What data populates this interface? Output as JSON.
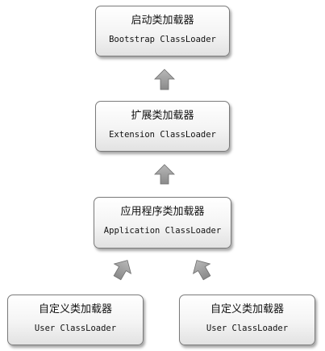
{
  "diagram": {
    "bootstrap": {
      "title_cn": "启动类加载器",
      "title_en": "Bootstrap ClassLoader"
    },
    "extension": {
      "title_cn": "扩展类加载器",
      "title_en": "Extension ClassLoader"
    },
    "application": {
      "title_cn": "应用程序类加载器",
      "title_en": "Application ClassLoader"
    },
    "user_left": {
      "title_cn": "自定义类加载器",
      "title_en": "User ClassLoader"
    },
    "user_right": {
      "title_cn": "自定义类加载器",
      "title_en": "User ClassLoader"
    }
  },
  "colors": {
    "arrow": "#9a9a9a",
    "border": "#7a7a7a"
  }
}
